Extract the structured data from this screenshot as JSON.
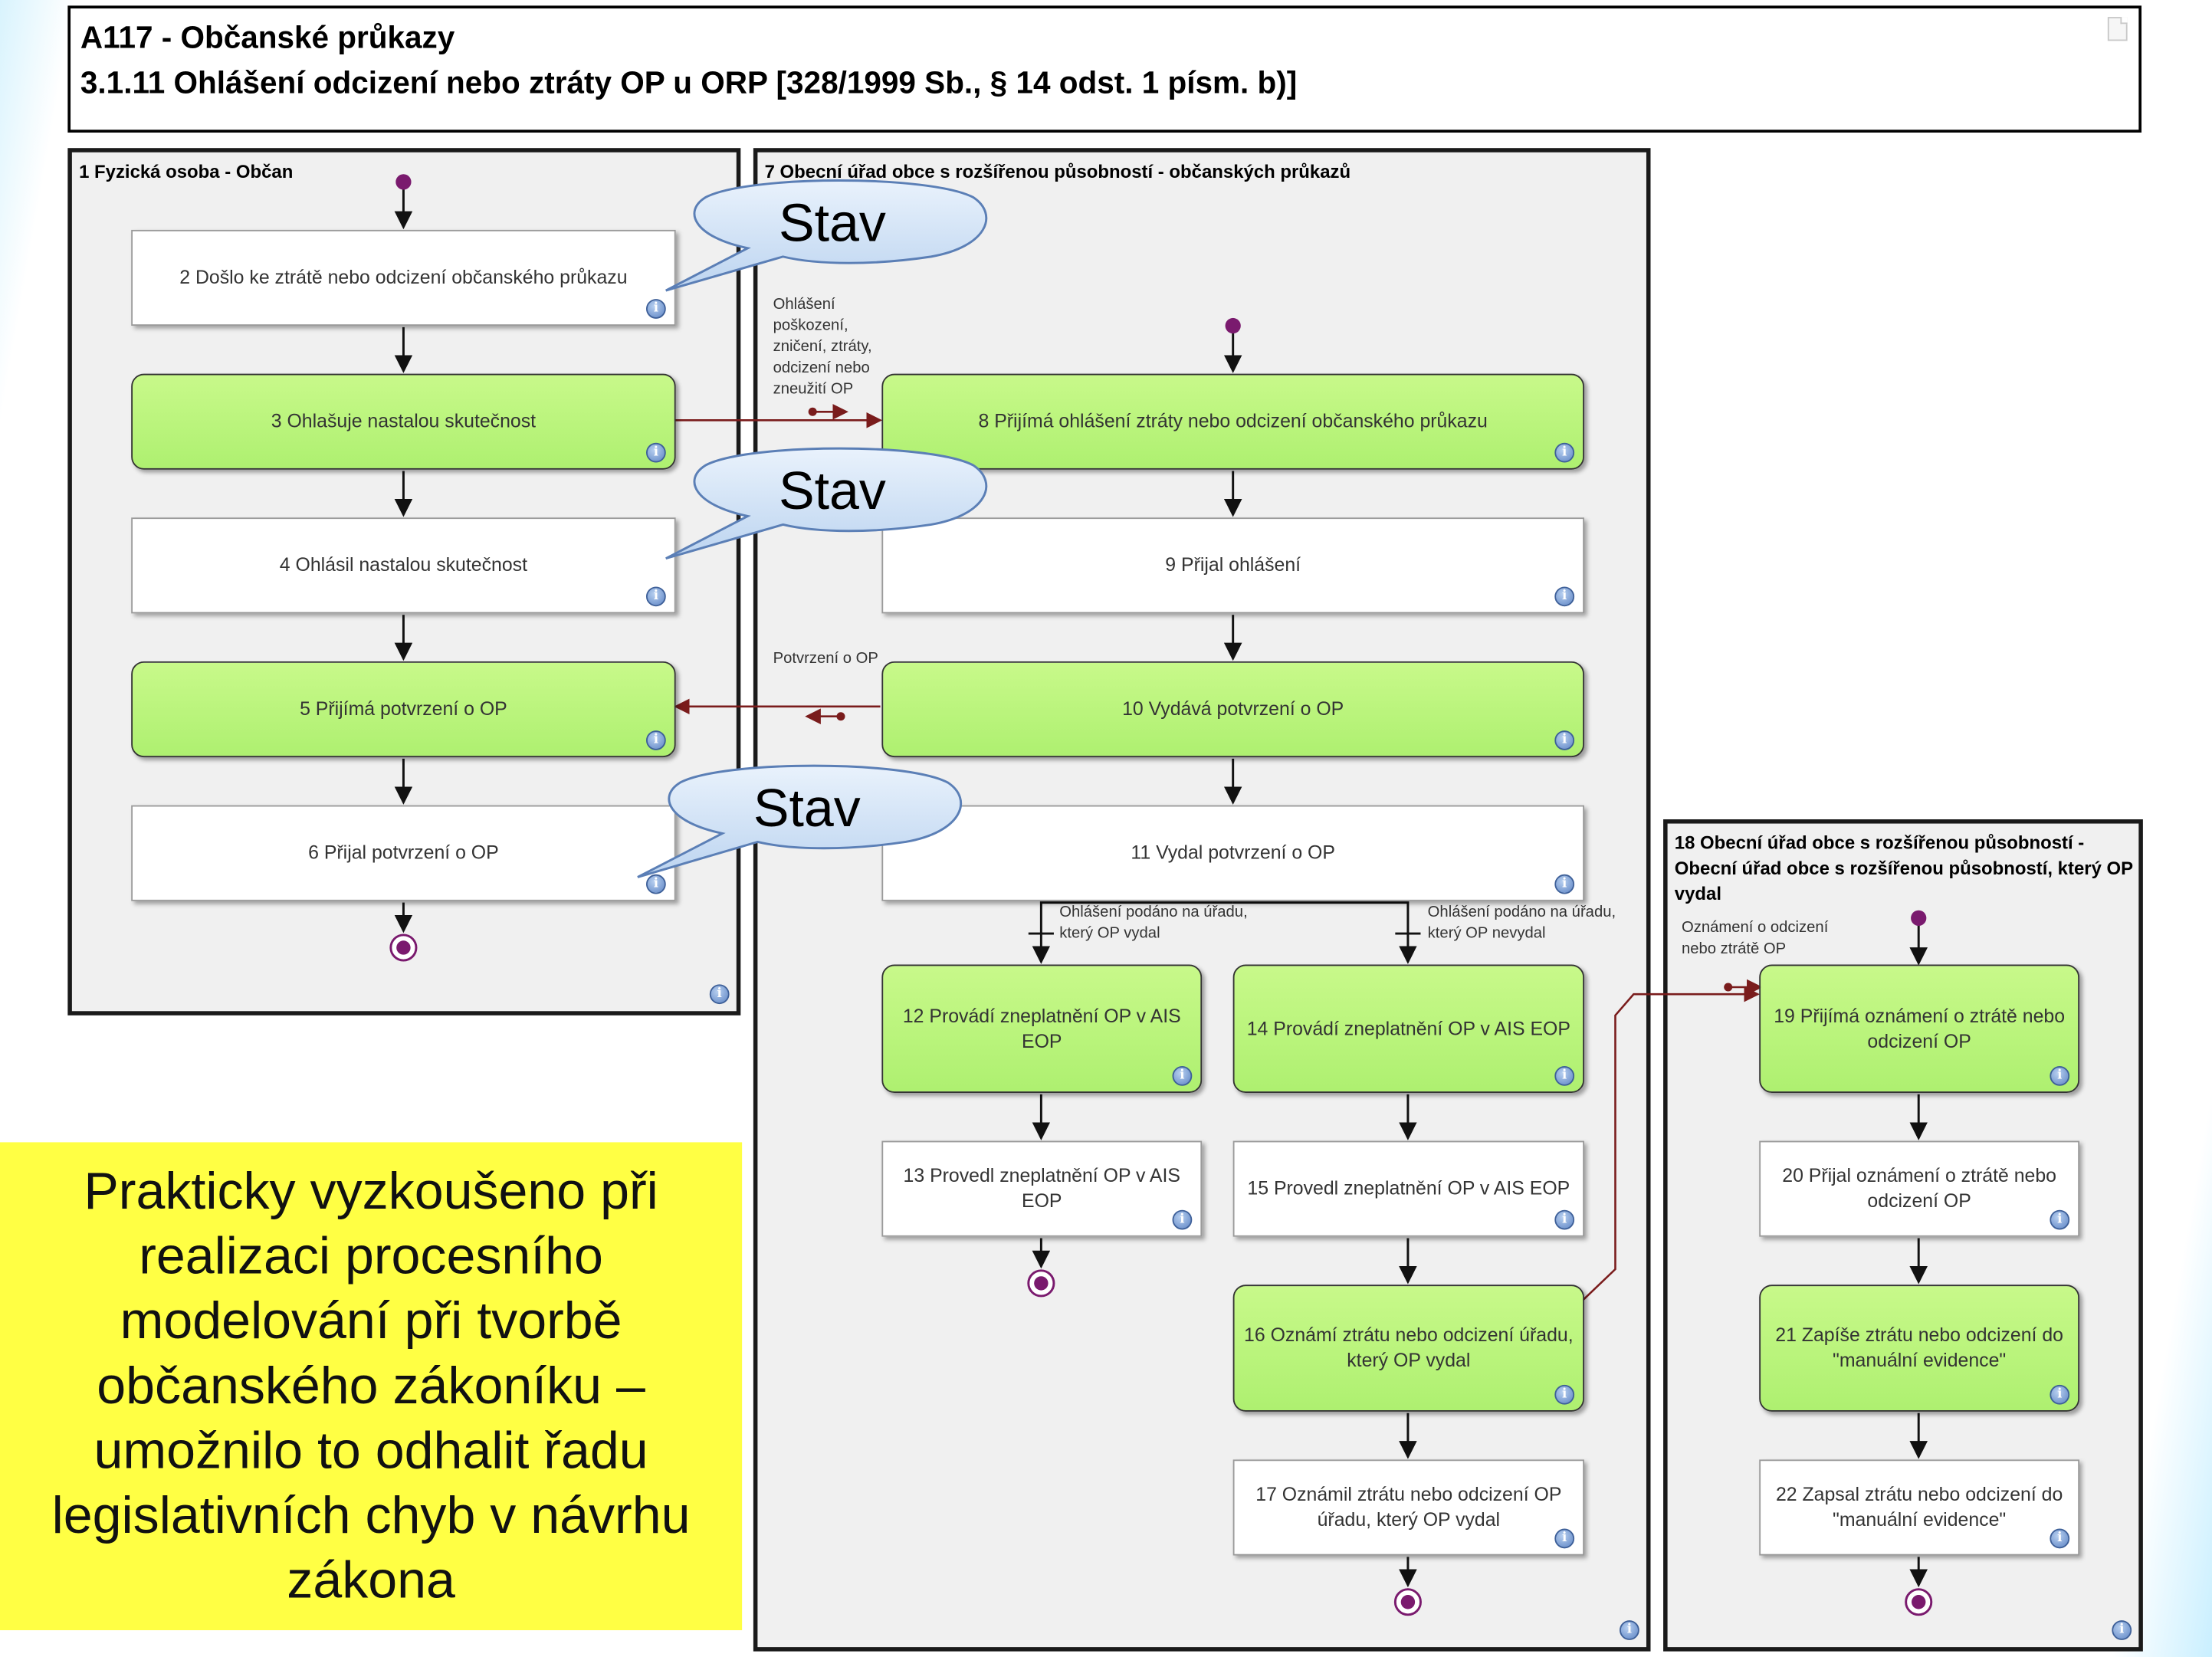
{
  "header": {
    "code": "A117 - Občanské průkazy",
    "process": "3.1.11 Ohlášení odcizení nebo ztráty OP u ORP [328/1999 Sb., § 14 odst. 1 písm. b)]"
  },
  "lanes": {
    "lane1": "1 Fyzická osoba - Občan",
    "lane7": "7 Obecní úřad obce s rozšířenou působností - občanských průkazů",
    "lane18": "18 Obecní úřad obce s rozšířenou působností - Obecní úřad obce s rozšířenou působností, který OP vydal"
  },
  "nodes": {
    "n2": "2 Došlo ke ztrátě nebo odcizení občanského průkazu",
    "n3": "3 Ohlašuje nastalou skutečnost",
    "n4": "4 Ohlásil nastalou skutečnost",
    "n5": "5 Přijímá potvrzení o OP",
    "n6": "6 Přijal potvrzení o OP",
    "n8": "8 Přijímá ohlášení ztráty nebo odcizení občanského průkazu",
    "n9": "9 Přijal ohlášení",
    "n10": "10 Vydává potvrzení o OP",
    "n11": "11 Vydal potvrzení o OP",
    "n12": "12 Provádí zneplatnění OP v AIS EOP",
    "n13": "13 Provedl zneplatnění OP v AIS EOP",
    "n14": "14 Provádí zneplatnění OP v AIS EOP",
    "n15": "15 Provedl zneplatnění OP v AIS EOP",
    "n16": "16 Oznámí ztrátu nebo odcizení úřadu, který OP vydal",
    "n17": "17 Oznámil ztrátu nebo odcizení OP úřadu, který OP vydal",
    "n19": "19 Přijímá oznámení o ztrátě nebo odcizení OP",
    "n20": "20 Přijal oznámení o ztrátě nebo odcizení OP",
    "n21": "21 Zapíše ztrátu nebo odcizení do \"manuální evidence\"",
    "n22": "22 Zapsal ztrátu nebo odcizení do \"manuální evidence\""
  },
  "labels": {
    "msg_report": "Ohlášení poškození, zničení, ztráty, odcizení nebo zneužití OP",
    "msg_confirm": "Potvrzení o OP",
    "cond_issued": "Ohlášení podáno na úřadu, který OP vydal",
    "cond_not_issued": "Ohlášení podáno na úřadu, který OP nevydal",
    "msg_notice": "Oznámení o odcizení nebo ztrátě OP"
  },
  "callouts": {
    "c1": "Stav",
    "c2": "Stav",
    "c3": "Stav"
  },
  "info_glyph": "i",
  "note": "Prakticky vyzkoušeno při realizaci procesního modelování při tvorbě občanského zákoníku – umožnilo to odhalit řadu legislativních chyb v návrhu zákona",
  "colors": {
    "activity_fill": "#b8f47a",
    "state_fill": "#ffffff",
    "message_flow": "#7a1c1c",
    "start_end": "#7a1a6e",
    "lane_fill": "#f0f0f0",
    "callout_fill": "#d6e7f8",
    "note_fill": "#ffff44"
  }
}
